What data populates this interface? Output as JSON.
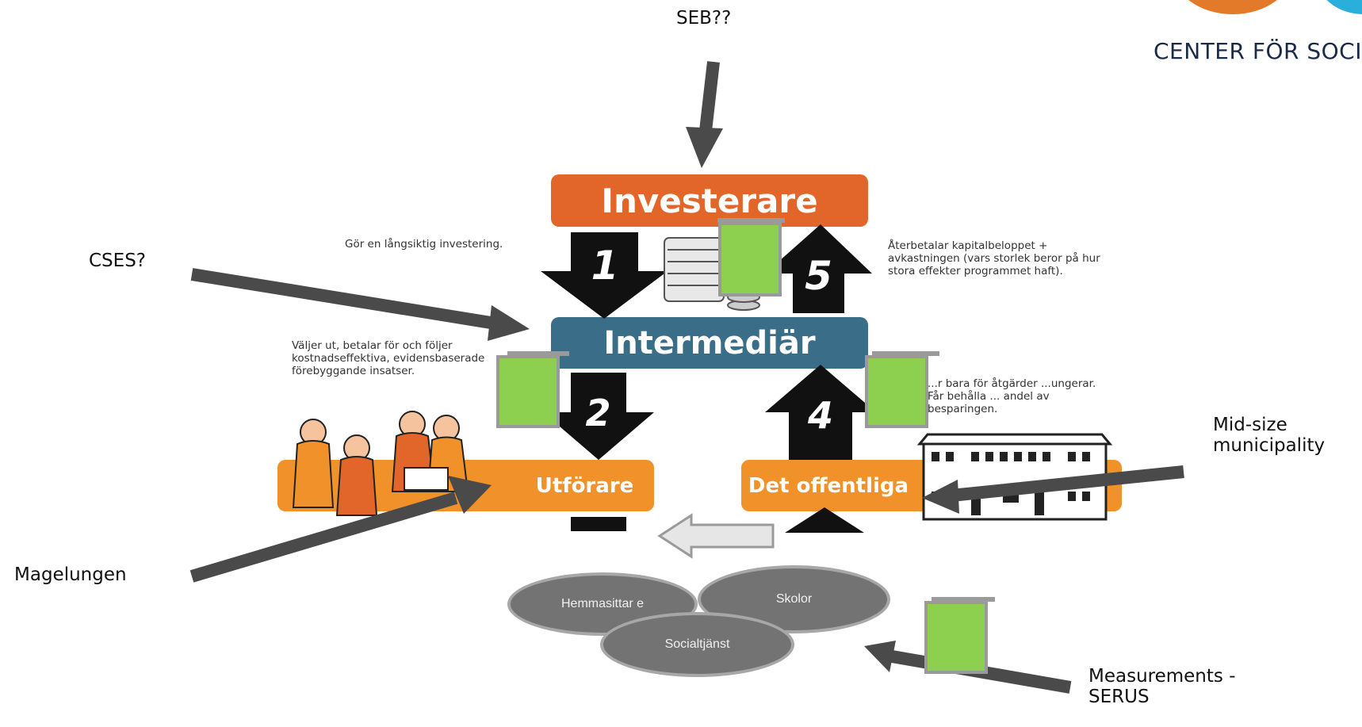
{
  "logo": {
    "text": "CENTER FÖR SOCIALT"
  },
  "boxes": {
    "investerare": "Investerare",
    "intermediar": "Intermediär",
    "utforare": "Utförare",
    "offentliga": "Det offentliga"
  },
  "steps": [
    "1",
    "2",
    "4",
    "5"
  ],
  "descriptions": {
    "step1": "Gör en långsiktig investering.",
    "step5": "Återbetalar kapitalbeloppet + avkastningen (vars storlek beror på hur stora effekter programmet haft).",
    "step2": "Väljer ut, betalar för och följer kostnadseffektiva, evidensbaserade förebyggande insatser.",
    "step4": "...r bara för åtgärder ...ungerar. Får behålla ... andel av besparingen."
  },
  "annotations": {
    "seb": "SEB??",
    "cses": "CSES?",
    "magelungen": "Magelungen",
    "midsize": "Mid-size municipality",
    "measurements": "Measurements - SERUS"
  },
  "ellipses": {
    "hemmasittare": "Hemmasittar e",
    "skolor": "Skolor",
    "socialtjanst": "Socialtjänst"
  },
  "colors": {
    "orange_dark": "#e2652a",
    "orange_light": "#f0912a",
    "blue": "#3a6d87",
    "green": "#8dd04f",
    "arrow_gray": "#4a4a4a"
  }
}
